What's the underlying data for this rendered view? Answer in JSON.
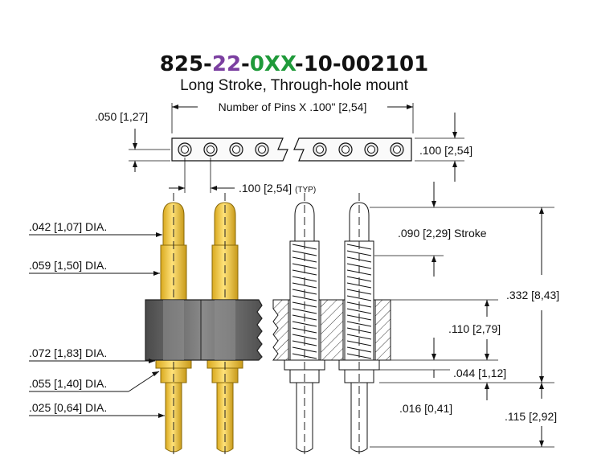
{
  "title": {
    "base": "825-",
    "seg1": "22",
    "dash1": "-",
    "seg2": "0XX",
    "rest": "-10-002101",
    "subtitle": "Long Stroke, Through-hole mount"
  },
  "colors": {
    "seg1": "#7b3fa0",
    "seg2": "#1f9a3a",
    "pin_gold": "#f2c640",
    "pin_gold_dark": "#c89a1a",
    "insulator": "#6b6b6b",
    "insulator_dark": "#3c3c3c"
  },
  "dimensions": {
    "top_pitch": ".050 [1,27]",
    "num_pins": "Number of Pins X .100\" [2,54]",
    "height": ".100 [2,54]",
    "pitch": ".100 [2,54]",
    "typ": "(TYP)",
    "tip_dia": ".042 [1,07] DIA.",
    "body_dia": ".059 [1,50] DIA.",
    "collar_dia": ".072 [1,83] DIA.",
    "tail_dia1": ".055 [1,40] DIA.",
    "tail_dia2": ".025 [0,64] DIA.",
    "stroke": ".090 [2,29] Stroke",
    "overall": ".332 [8,43]",
    "insulator_h": ".110 [2,79]",
    "collar_h": ".044 [1,12]",
    "step_h": ".016 [0,41]",
    "tail_len": ".115 [2,92]"
  }
}
